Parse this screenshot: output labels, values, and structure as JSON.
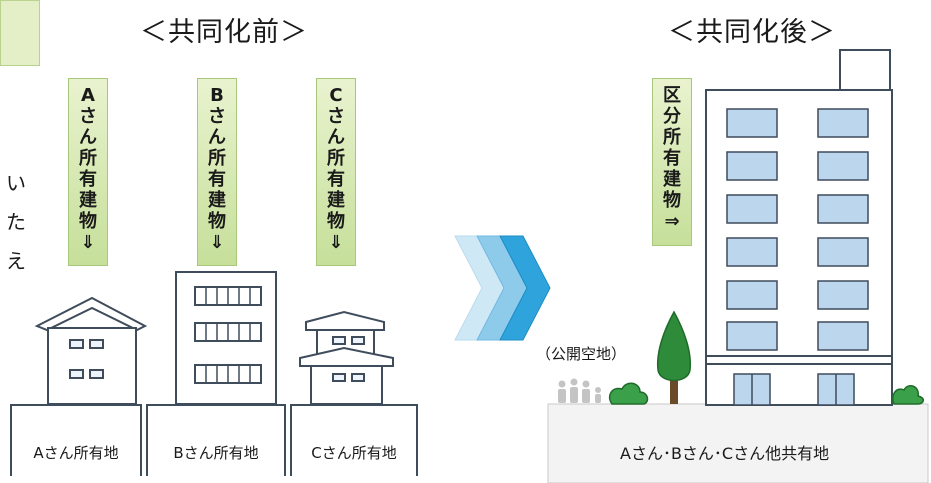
{
  "headings": {
    "before": "＜共同化前＞",
    "after": "＜共同化後＞"
  },
  "owner_labels": [
    {
      "text": "Aさん所有建物⇓"
    },
    {
      "text": "Bさん所有建物⇓"
    },
    {
      "text": "Cさん所有建物⇓"
    }
  ],
  "unit_label": "区分所有建物⇒",
  "left_edge_text": [
    "い",
    "た",
    "え"
  ],
  "lots": [
    {
      "text": "Aさん所有地"
    },
    {
      "text": "Bさん所有地"
    },
    {
      "text": "Cさん所有地"
    }
  ],
  "open_space_label": "（公開空地）",
  "shared_land_label": "Aさん･Bさん･Cさん他共有地",
  "colors": {
    "label_green_light": "#e9f3cf",
    "label_green_dark": "#c6df9a",
    "arrow_blue_1": "#cfe8f6",
    "arrow_blue_2": "#8ecbea",
    "arrow_blue_3": "#2fa3dc",
    "tree_green": "#2e8b3a",
    "outline": "#3f4c5c"
  }
}
